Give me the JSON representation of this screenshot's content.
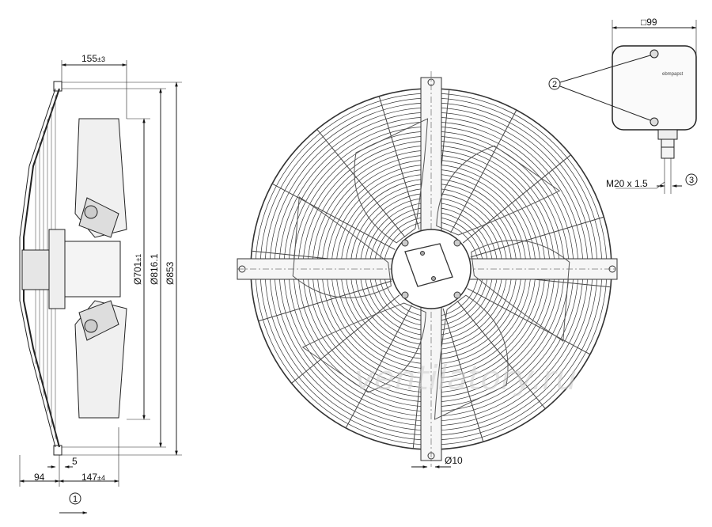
{
  "side_view": {
    "dims": {
      "width_top": "155",
      "width_top_tol": "±3",
      "dia_impeller": "Ø701",
      "dia_impeller_tol": "±1",
      "dia_mount": "Ø816.1",
      "dia_overall": "Ø853",
      "gap": "5",
      "base_left": "94",
      "base_depth": "147",
      "base_depth_tol": "±4"
    },
    "callout_1": "1"
  },
  "front_view": {
    "hole_dia": "Ø10",
    "watermark": "ventilatory.ru"
  },
  "terminal_box": {
    "size": "□99",
    "brand": "ebmpapst",
    "thread": "M20 x 1.5",
    "callout_2": "2",
    "callout_3": "3"
  }
}
